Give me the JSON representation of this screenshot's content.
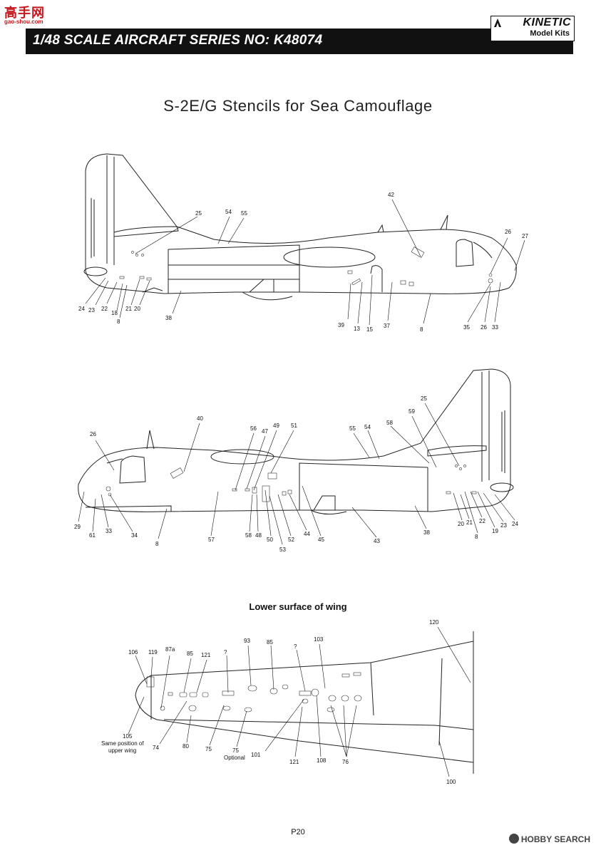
{
  "watermark": {
    "cn": "高手网",
    "url": "gao-shou.com",
    "corner": "HOBBY SEARCH"
  },
  "header": {
    "series": "1/48 SCALE AIRCRAFT SERIES NO: K48074",
    "brand": "KINETIC",
    "brand_sub": "Model Kits"
  },
  "title": "S-2E/G Stencils for Sea Camouflage",
  "section_wing": "Lower surface of wing",
  "page_number": "P20",
  "side1_labels": [
    "25",
    "54",
    "55",
    "42",
    "26",
    "27",
    "24",
    "23",
    "22",
    "18",
    "8",
    "21",
    "20",
    "38",
    "39",
    "13",
    "15",
    "37",
    "8",
    "35",
    "26",
    "33"
  ],
  "side2_labels": [
    "40",
    "26",
    "56",
    "47",
    "49",
    "51",
    "55",
    "54",
    "58",
    "59",
    "25",
    "29",
    "61",
    "33",
    "34",
    "8",
    "57",
    "58",
    "48",
    "50",
    "53",
    "52",
    "44",
    "45",
    "43",
    "38",
    "20",
    "21",
    "8",
    "22",
    "19",
    "23",
    "24"
  ],
  "wing_labels": [
    "120",
    "106",
    "119",
    "87a",
    "85",
    "121",
    "?",
    "93",
    "85",
    "?",
    "103",
    "105",
    "Same position of",
    "upper wing",
    "74",
    "80",
    "75",
    "75",
    "Optional",
    "101",
    "121",
    "108",
    "76",
    "100"
  ]
}
